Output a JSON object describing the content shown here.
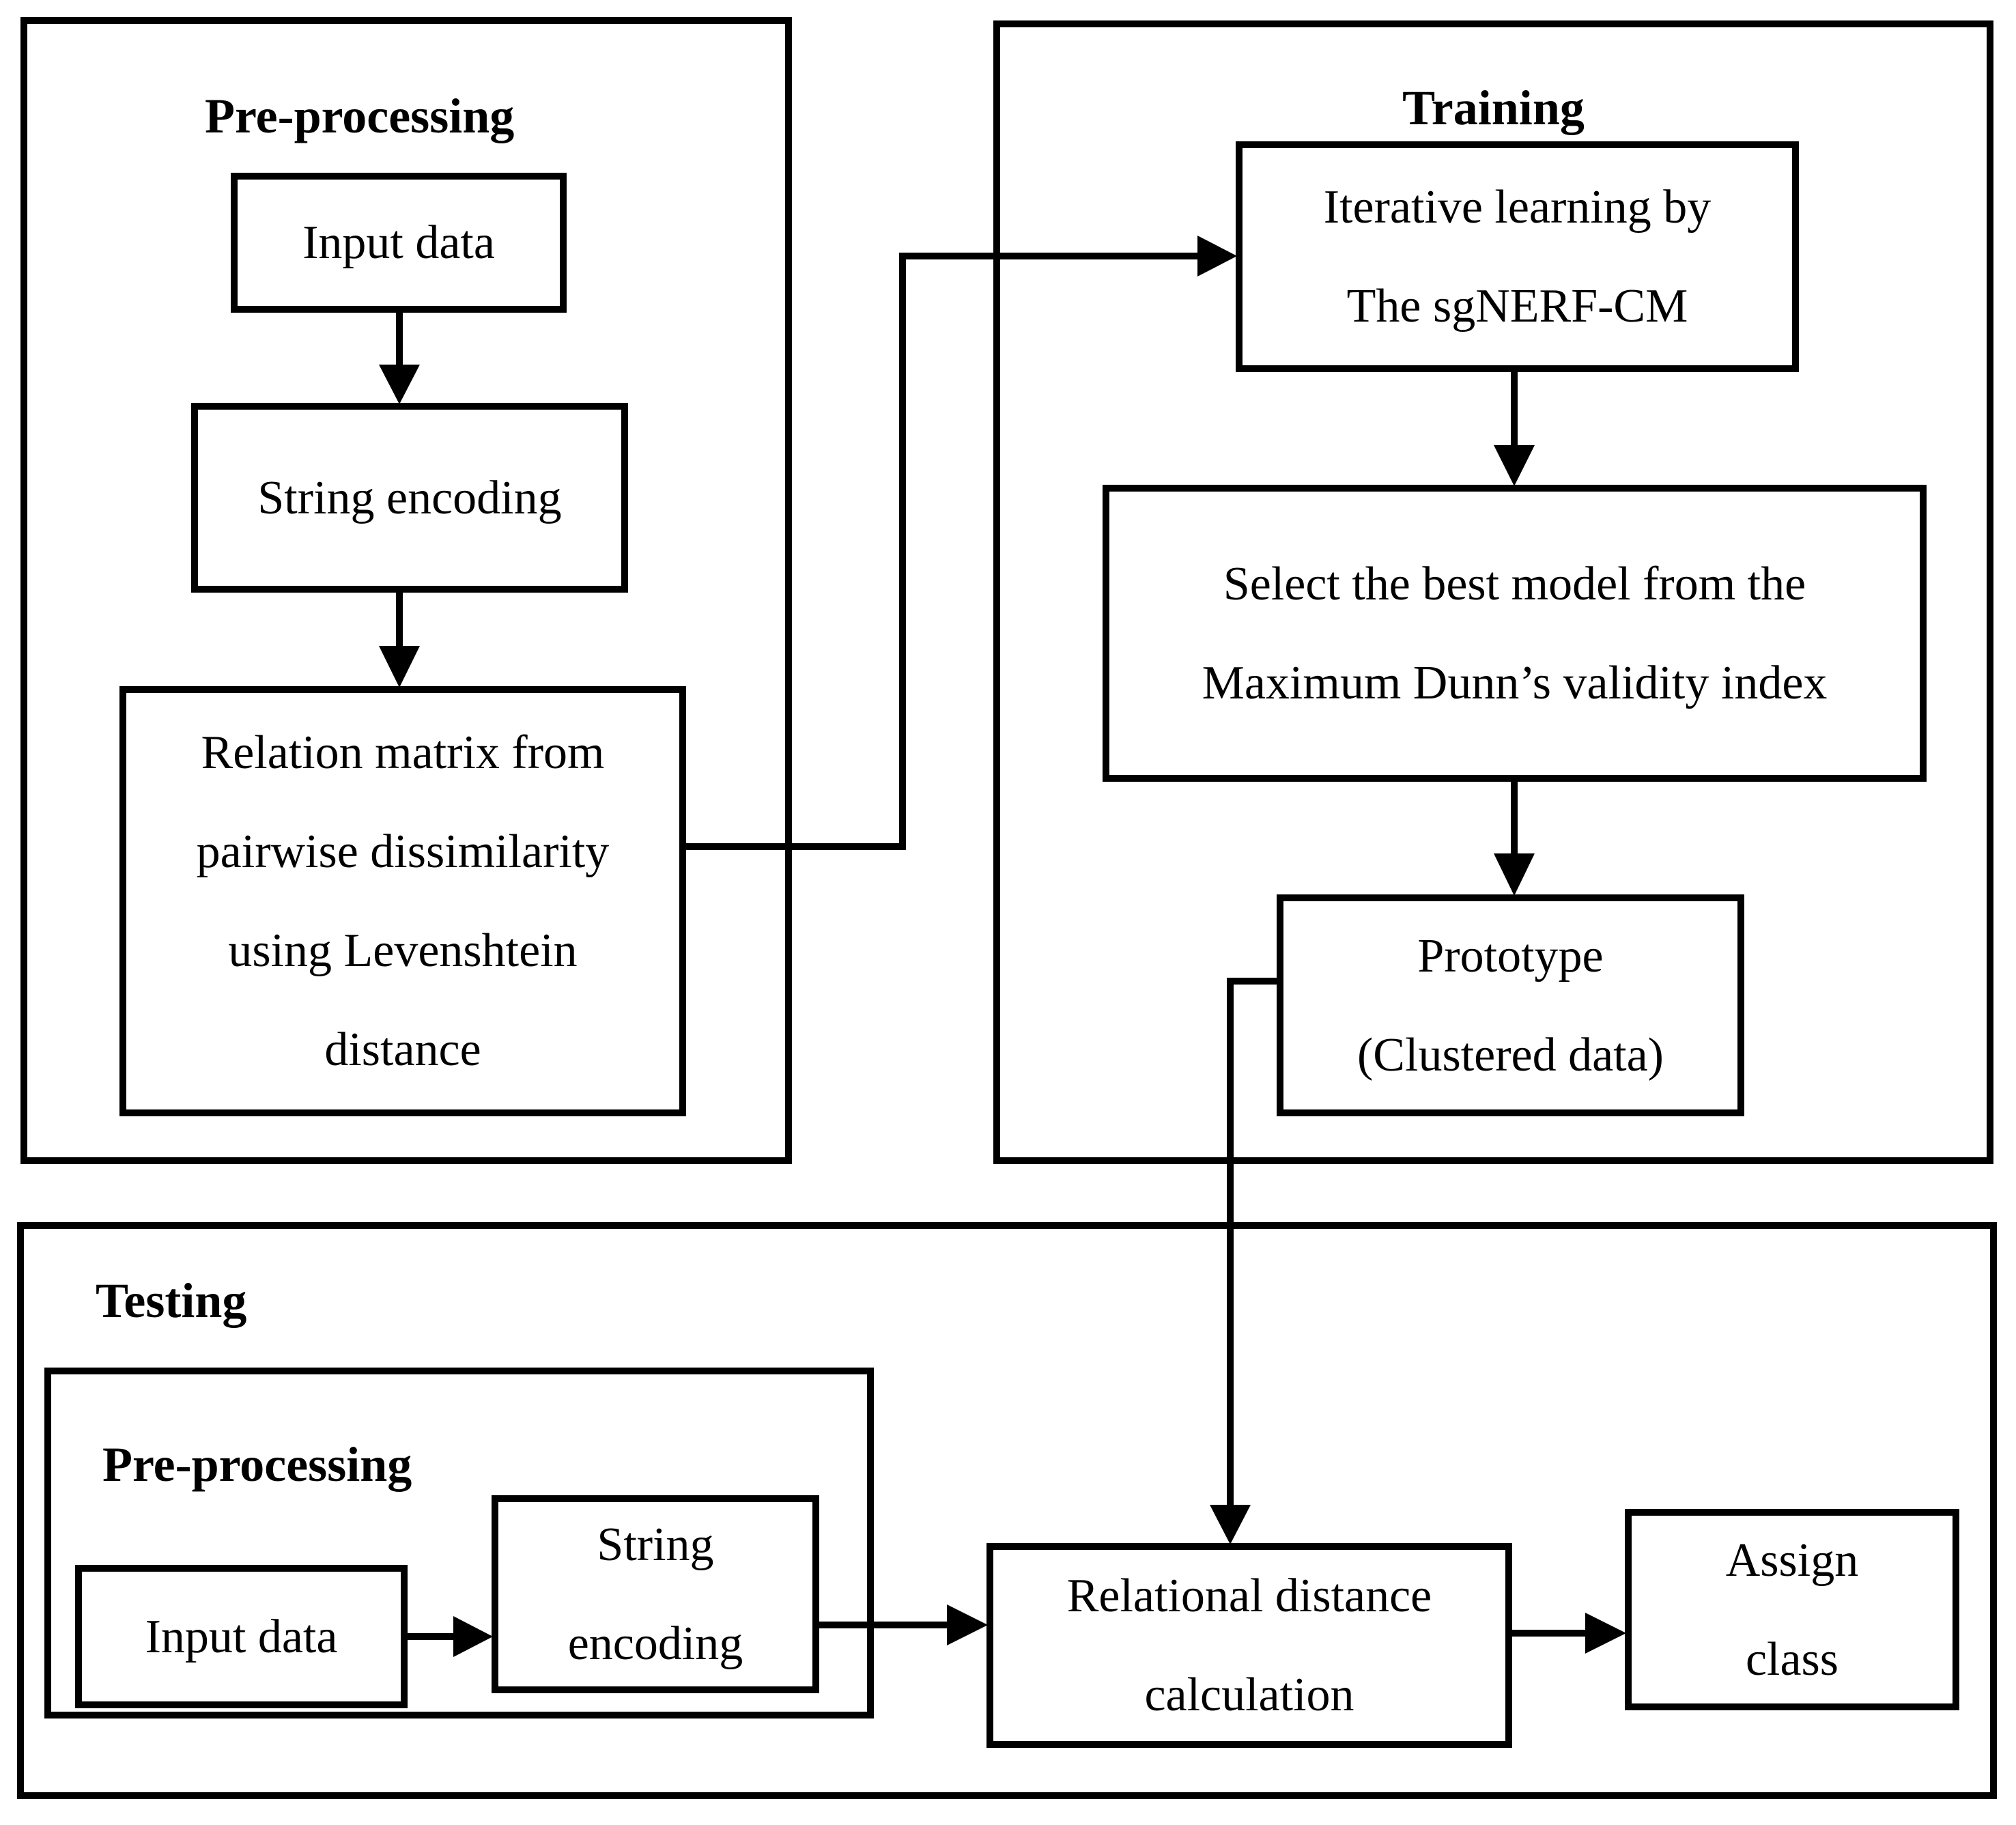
{
  "page": {
    "background": "#ffffff",
    "line_color": "#000000",
    "text_color": "#000000"
  },
  "sections": {
    "preprocessing": {
      "title": "Pre-processing",
      "nodes": {
        "input_data": {
          "label": "Input data"
        },
        "string_encoding": {
          "label": "String encoding"
        },
        "relation_matrix": {
          "lines": [
            "Relation matrix from",
            "pairwise dissimilarity",
            "using Levenshtein",
            "distance"
          ]
        }
      }
    },
    "training": {
      "title": "Training",
      "nodes": {
        "iterative_learning": {
          "lines": [
            "Iterative learning by",
            "The sgNERF-CM"
          ]
        },
        "select_best_model": {
          "lines": [
            "Select the best model from the",
            "Maximum Dunn’s validity index"
          ]
        },
        "prototype": {
          "lines": [
            "Prototype",
            "(Clustered data)"
          ]
        }
      }
    },
    "testing": {
      "title": "Testing",
      "preprocessing": {
        "title": "Pre-processing",
        "nodes": {
          "input_data": {
            "label": "Input data"
          },
          "string_encoding": {
            "lines": [
              "String",
              "encoding"
            ]
          }
        }
      },
      "nodes": {
        "relational_distance": {
          "lines": [
            "Relational distance",
            "calculation"
          ]
        },
        "assign_class": {
          "lines": [
            "Assign",
            "class"
          ]
        }
      }
    }
  }
}
